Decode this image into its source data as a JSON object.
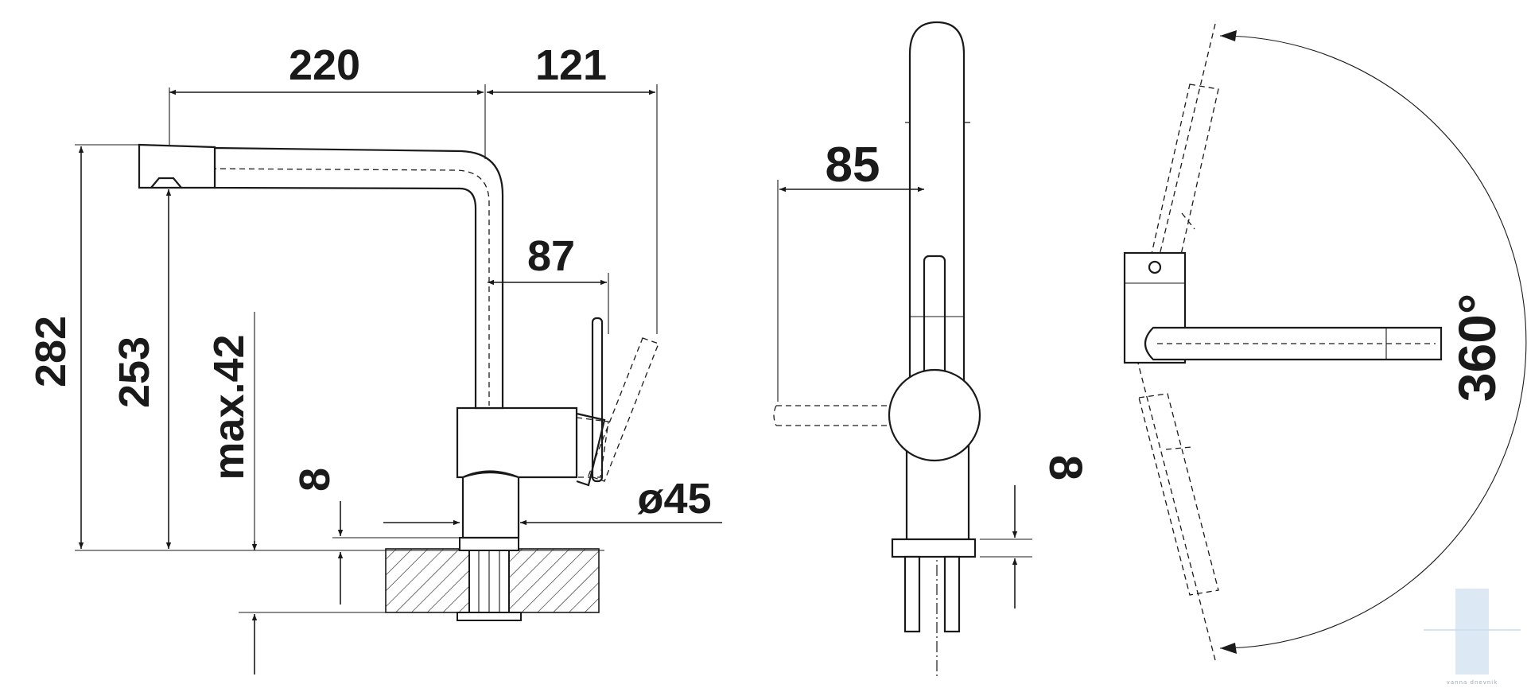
{
  "side_view": {
    "dim_spout_reach": "220",
    "dim_lever_offset": "121",
    "dim_total_height": "282",
    "dim_outlet_height": "253",
    "dim_max_deck": "max.42",
    "dim_deck_min": "8",
    "dim_body_to_lever": "87",
    "dim_base_diameter": "ø45"
  },
  "front_view": {
    "dim_lever_reach": "85",
    "dim_deck_min": "8"
  },
  "top_view": {
    "dim_rotation": "360°"
  },
  "watermark": {
    "text": "vanna dnevnik",
    "accent_color": "#c9dcec"
  },
  "colors": {
    "line": "#1a1a1a",
    "background": "#ffffff"
  }
}
